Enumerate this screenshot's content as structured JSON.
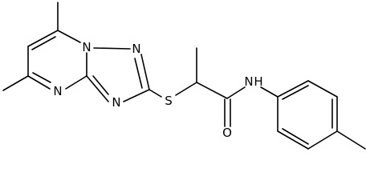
{
  "colors": {
    "background": "#ffffff",
    "ink": "#000000"
  },
  "molecule": {
    "atoms": {
      "n_fused": "N",
      "n_triazole_top": "N",
      "n_triazole_bottom": "N",
      "n_pyrimidine": "N",
      "sulfur": "S",
      "amide_n": "N",
      "amide_h": "H",
      "carbonyl_o": "O"
    }
  }
}
